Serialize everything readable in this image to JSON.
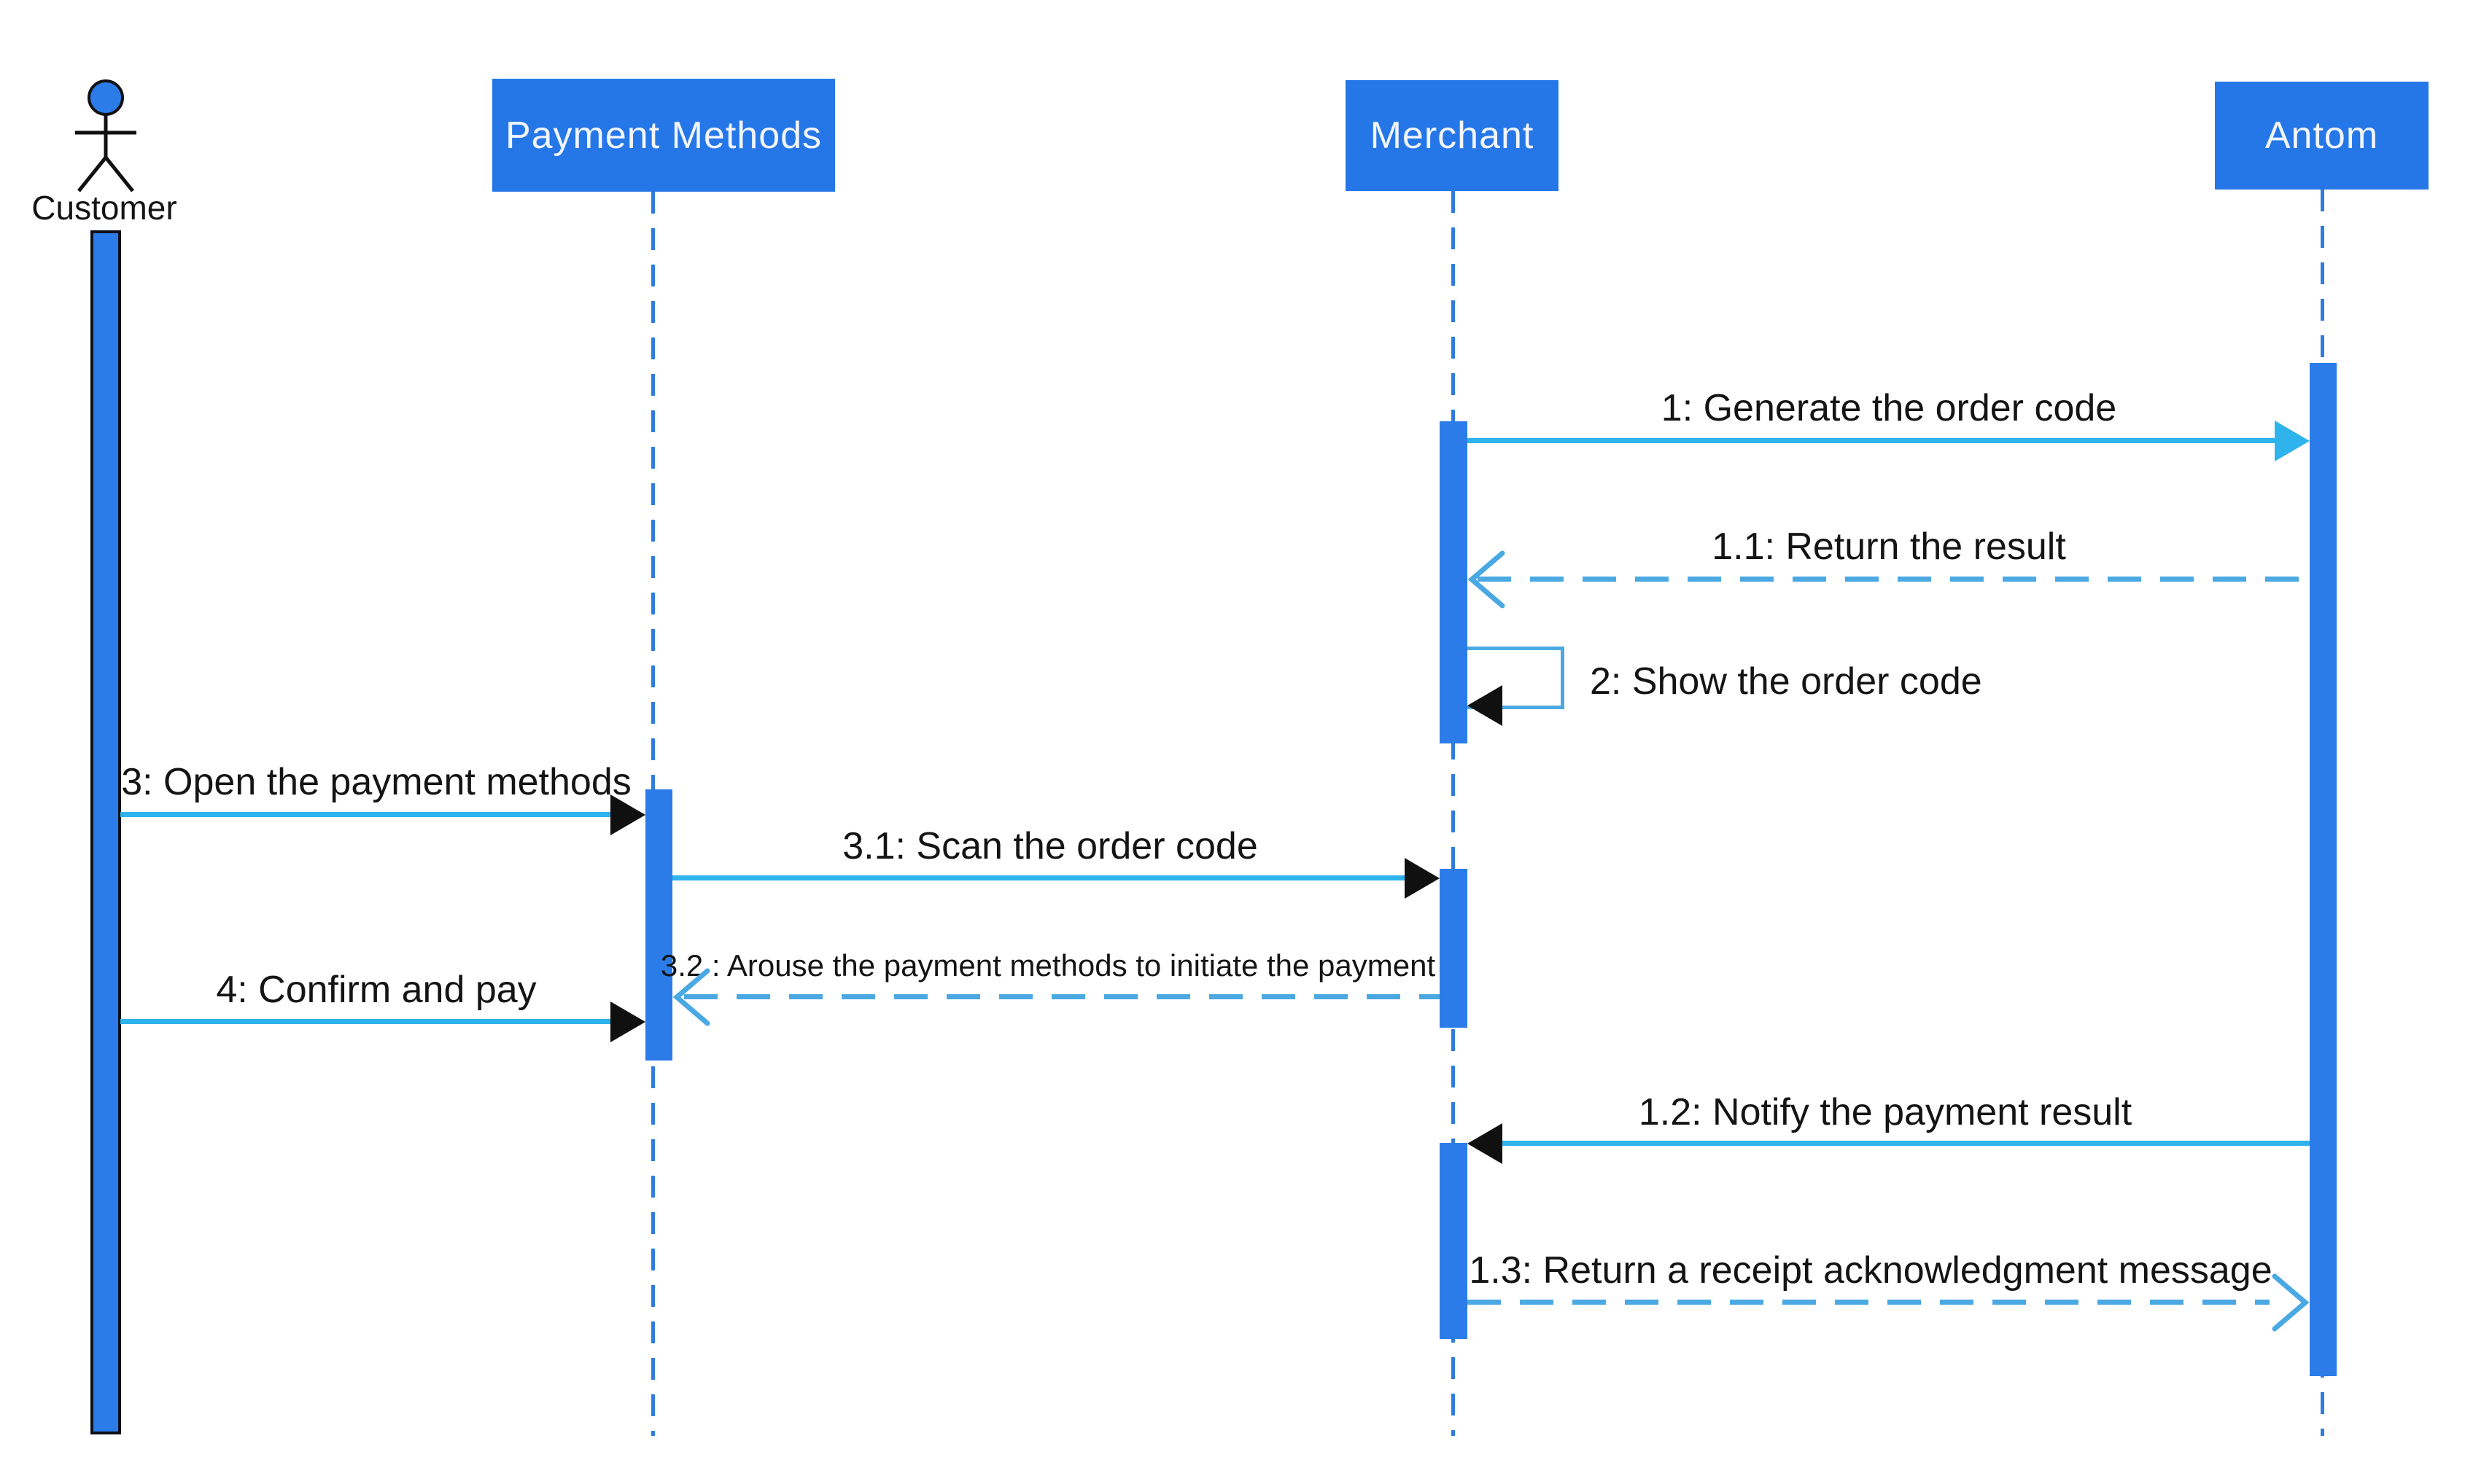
{
  "participants": [
    {
      "label": "Customer",
      "type": "actor"
    },
    {
      "label": "Payment Methods",
      "type": "object"
    },
    {
      "label": "Merchant",
      "type": "object"
    },
    {
      "label": "Antom",
      "type": "object"
    }
  ],
  "messages": [
    {
      "label": "1: Generate the order code",
      "from": "Merchant",
      "to": "Antom",
      "line": "solid",
      "arrowhead": "filled-cyan"
    },
    {
      "label": "1.1: Return the result",
      "from": "Antom",
      "to": "Merchant",
      "line": "dashed",
      "arrowhead": "open"
    },
    {
      "label": "2: Show the order code",
      "from": "Merchant",
      "to": "Merchant",
      "line": "solid",
      "arrowhead": "filled-black",
      "self_message": true
    },
    {
      "label": "3: Open the payment methods",
      "from": "Customer",
      "to": "Payment Methods",
      "line": "solid",
      "arrowhead": "filled-black"
    },
    {
      "label": "3.1: Scan the order code",
      "from": "Payment Methods",
      "to": "Merchant",
      "line": "solid",
      "arrowhead": "filled-black"
    },
    {
      "label": "3.2 : Arouse the payment methods to initiate the payment",
      "from": "Merchant",
      "to": "Payment Methods",
      "line": "dashed",
      "arrowhead": "open"
    },
    {
      "label": "4: Confirm and pay",
      "from": "Customer",
      "to": "Payment Methods",
      "line": "solid",
      "arrowhead": "filled-black"
    },
    {
      "label": "1.2: Notify the payment result",
      "from": "Antom",
      "to": "Merchant",
      "line": "solid",
      "arrowhead": "filled-black"
    },
    {
      "label": "1.3: Return a receipt acknowledgment message",
      "from": "Merchant",
      "to": "Antom",
      "line": "dashed",
      "arrowhead": "open"
    }
  ],
  "colors": {
    "participant_fill": "#2577e8",
    "activation_fill": "#2b7ce9",
    "lifeline": "#2f7cdf",
    "message_solid": "#2fb3ec",
    "message_dashed": "#4aa9e3",
    "arrow_black": "#101010",
    "text": "#141414",
    "participant_text": "#f2f5fb",
    "background": "#ffffff"
  }
}
